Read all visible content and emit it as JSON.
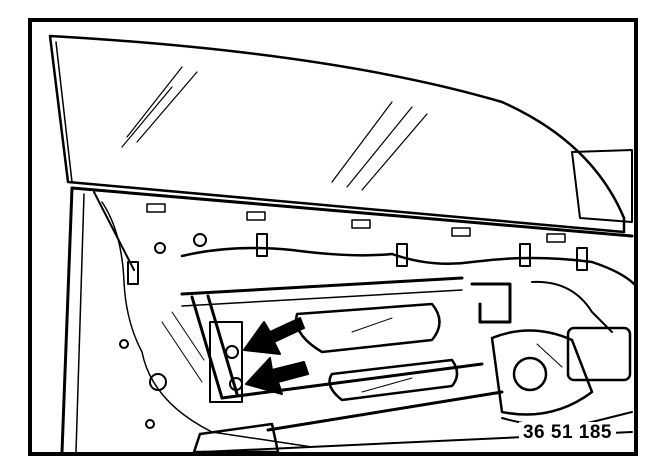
{
  "figure": {
    "reference_number": "36 51 185",
    "ink_color": "#000000",
    "paper_color": "#ffffff",
    "callouts": [
      {
        "icon": "arrow-icon",
        "points_to": "upper-bracket-bolt"
      },
      {
        "icon": "arrow-icon",
        "points_to": "lower-bracket-bolt"
      }
    ]
  }
}
